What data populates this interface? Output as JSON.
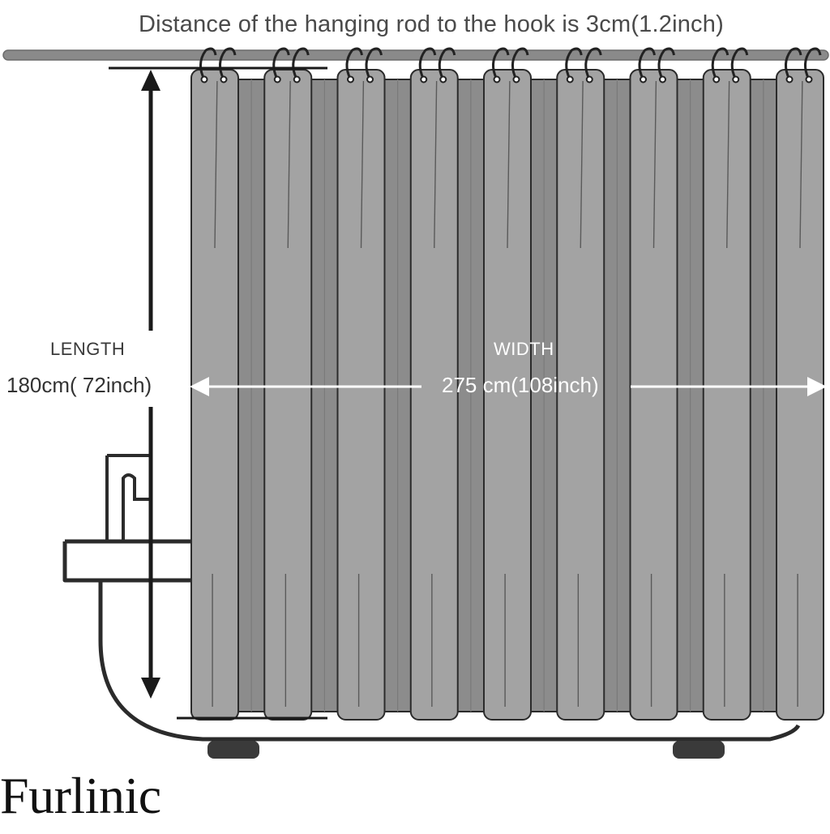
{
  "header": {
    "rod_note": "Distance of the hanging rod to the hook is 3cm(1.2inch)"
  },
  "dimensions": {
    "length_label": "LENGTH",
    "length_value": "180cm( 72inch)",
    "width_label": "WIDTH",
    "width_value": "275 cm(108inch)"
  },
  "brand": {
    "name": "Furlinic"
  },
  "colors": {
    "curtain": "#a3a3a3",
    "curtain_fold": "#8c8c8c",
    "outline": "#2b2b2b",
    "rod": "#8a8a8a",
    "arrow_on_curtain": "#ffffff",
    "arrow_left": "#1a1a1a"
  },
  "illustration": {
    "panels": 9,
    "hooks_per_panel": 2
  }
}
